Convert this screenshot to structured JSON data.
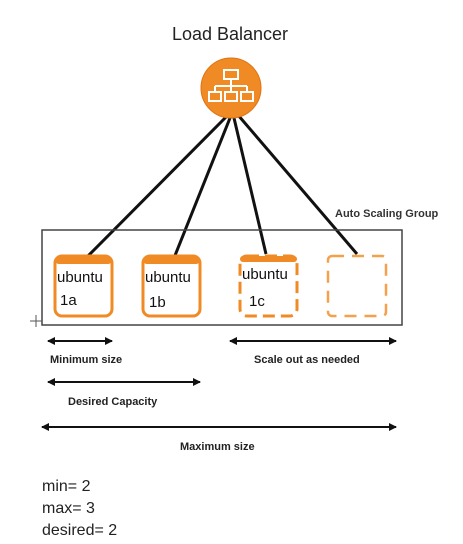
{
  "title": "Load Balancer",
  "group_label": "Auto Scaling Group",
  "load_balancer_icon": "network-hierarchy-icon",
  "accent_color": "#F08A24",
  "instances": [
    {
      "os": "ubuntu",
      "id": "1a",
      "state": "running"
    },
    {
      "os": "ubuntu",
      "id": "1b",
      "state": "running"
    },
    {
      "os": "ubuntu",
      "id": "1c",
      "state": "launching"
    },
    {
      "os": "",
      "id": "",
      "state": "empty-slot"
    }
  ],
  "ranges": {
    "minimum": "Minimum size",
    "scale_out": "Scale out as needed",
    "desired": "Desired Capacity",
    "maximum": "Maximum size"
  },
  "settings": {
    "min": "min= 2",
    "max": "max= 3",
    "desired": "desired= 2"
  }
}
